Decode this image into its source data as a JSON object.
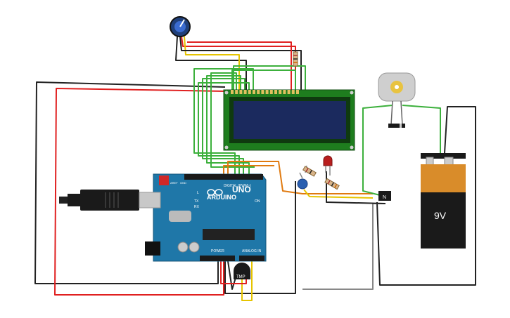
{
  "board": {
    "brand": "ARDUINO",
    "model": "UNO",
    "digital_header": "DIGITAL (PWM~)",
    "power_header": "POWER",
    "analog_header": "ANALOG IN",
    "pin_label_L": "L",
    "pin_label_tx": "TX",
    "pin_label_rx": "RX",
    "pin_label_on": "ON",
    "pin_label_aref": "AREF",
    "pin_label_gnd": "GND"
  },
  "battery": {
    "label": "9V"
  },
  "transistor": {
    "label": "N"
  },
  "temp_sensor": {
    "label": "TMP"
  },
  "colors": {
    "lcd_board": "#1e7d1e",
    "lcd_screen": "#1b2a5e",
    "arduino": "#1f77a8",
    "battery_top": "#d98c2a",
    "battery_body": "#1a1a1a",
    "wire_red": "#e02020",
    "wire_black": "#222222",
    "wire_green": "#3cb03c",
    "wire_yellow": "#e6c400",
    "wire_orange": "#e07a10",
    "wire_gray": "#888888"
  },
  "icons": {
    "potentiometer": "knob-icon",
    "led": "led-icon",
    "resistor": "resistor-icon",
    "capacitor": "capacitor-icon",
    "motor": "dc-motor-icon",
    "usb": "usb-cable-icon",
    "diode": "diode-icon"
  }
}
